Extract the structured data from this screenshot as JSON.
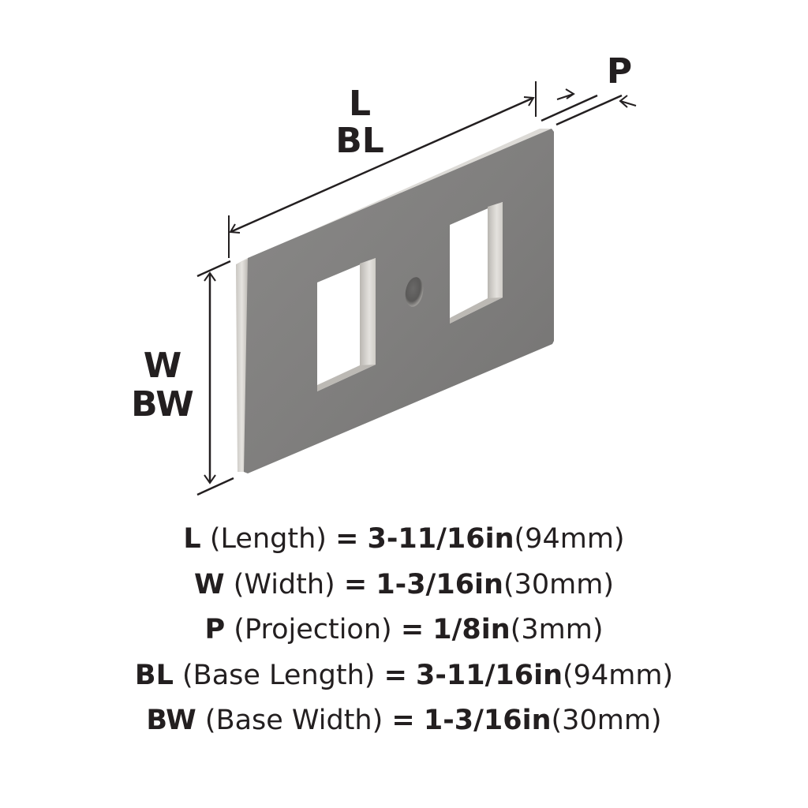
{
  "diagram": {
    "labels": {
      "length": "L",
      "base_length": "BL",
      "projection": "P",
      "width": "W",
      "base_width": "BW"
    },
    "colors": {
      "plate_face": "#828180",
      "plate_edge": "#d9d7d3",
      "line": "#231f20"
    }
  },
  "specs": [
    {
      "code": "L",
      "name": "(Length)",
      "eq": "=",
      "imperial": "3-11/16in",
      "metric": "(94mm)"
    },
    {
      "code": "W",
      "name": "(Width)",
      "eq": "=",
      "imperial": "1-3/16in",
      "metric": "(30mm)"
    },
    {
      "code": "P",
      "name": "(Projection)",
      "eq": "=",
      "imperial": "1/8in",
      "metric": "(3mm)"
    },
    {
      "code": "BL",
      "name": "(Base Length)",
      "eq": "=",
      "imperial": "3-11/16in",
      "metric": "(94mm)"
    },
    {
      "code": "BW",
      "name": "(Base Width)",
      "eq": "=",
      "imperial": "1-3/16in",
      "metric": "(30mm)"
    }
  ]
}
